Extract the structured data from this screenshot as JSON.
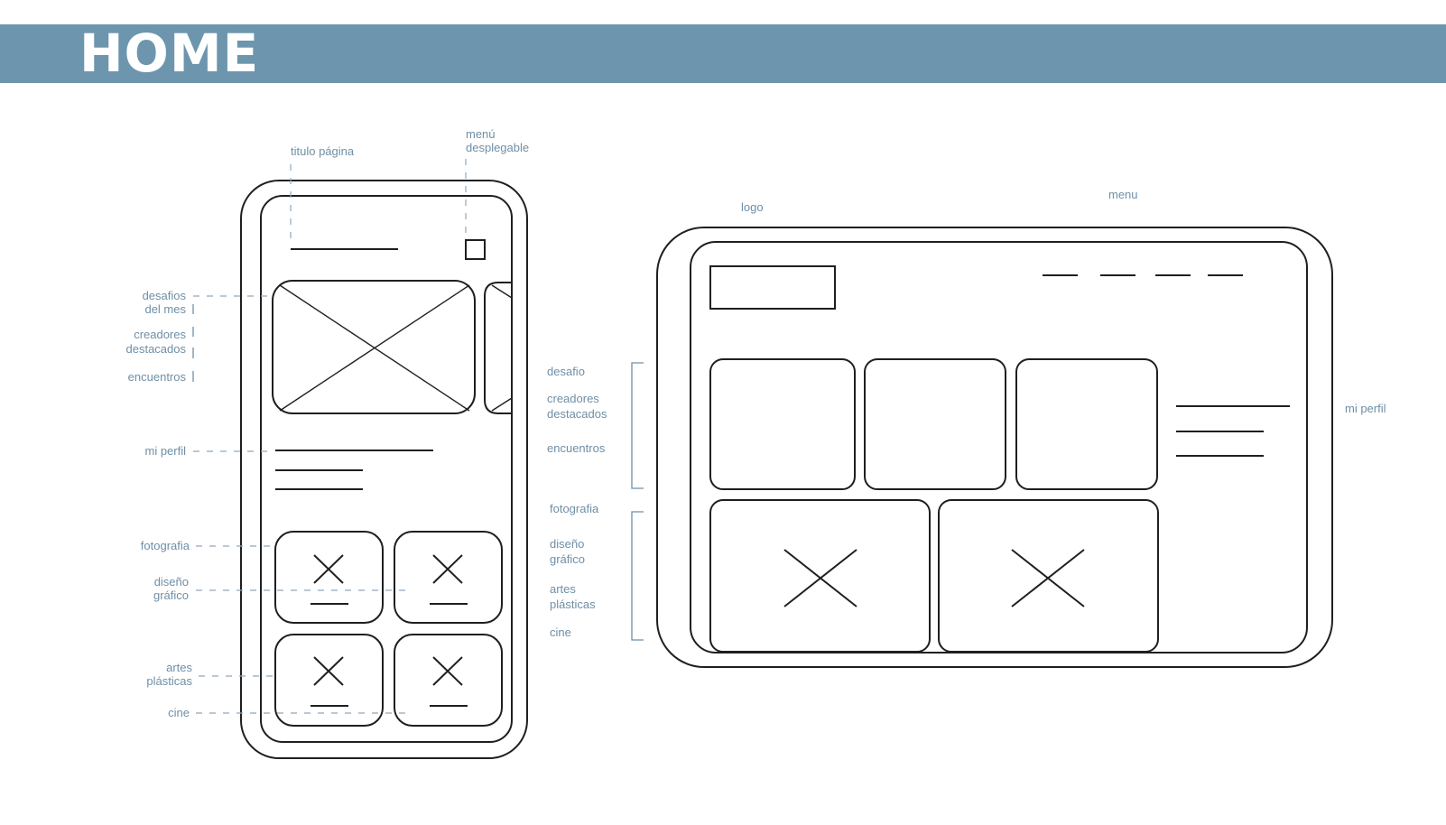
{
  "page": {
    "title": "HOME"
  },
  "mobile": {
    "top_labels": {
      "title_label": "titulo página",
      "menu_label_1": "menú",
      "menu_label_2": "desplegable"
    },
    "left_labels": {
      "desafios_1": "desafios",
      "desafios_2": "del mes",
      "creadores_1": "creadores",
      "creadores_2": "destacados",
      "encuentros": "encuentros",
      "mi_perfil": "mi perfil",
      "fotografia": "fotografia",
      "diseno_1": "diseño",
      "diseno_2": "gráfico",
      "artes_1": "artes",
      "artes_2": "plásticas",
      "cine": "cine"
    }
  },
  "desktop": {
    "top_labels": {
      "logo": "logo",
      "menu": "menu"
    },
    "right_label": "mi perfil",
    "left_labels": {
      "desafio": "desafio",
      "creadores_1": "creadores",
      "creadores_2": "destacados",
      "encuentros": "encuentros",
      "fotografia": "fotografia",
      "diseno_1": "diseño",
      "diseno_2": "gráfico",
      "artes_1": "artes",
      "artes_2": "plásticas",
      "cine": "cine"
    }
  },
  "colors": {
    "banner": "#6d95ae",
    "label": "#6f8fa6",
    "line": "#1f1f1f"
  }
}
